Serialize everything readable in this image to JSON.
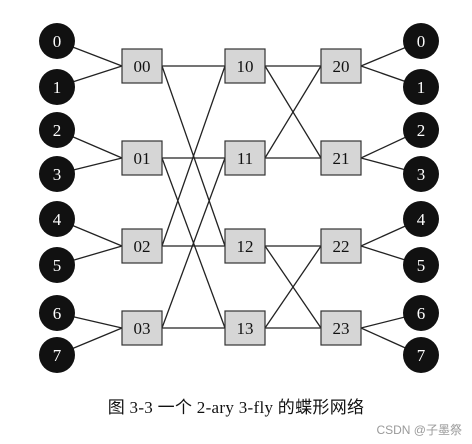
{
  "figure": {
    "caption": "图 3-3   一个 2-ary 3-fly 的蝶形网络",
    "watermark": "CSDN @子墨祭",
    "colors": {
      "terminal_fill": "#111111",
      "terminal_text": "#ffffff",
      "switch_fill": "#d6d6d6",
      "switch_stroke": "#333333",
      "edge": "#222222"
    },
    "left_terminals": [
      "0",
      "1",
      "2",
      "3",
      "4",
      "5",
      "6",
      "7"
    ],
    "right_terminals": [
      "0",
      "1",
      "2",
      "3",
      "4",
      "5",
      "6",
      "7"
    ],
    "switch_columns": [
      [
        "00",
        "01",
        "02",
        "03"
      ],
      [
        "10",
        "11",
        "12",
        "13"
      ],
      [
        "20",
        "21",
        "22",
        "23"
      ]
    ],
    "edges": [
      {
        "from": "00",
        "to": "10"
      },
      {
        "from": "00",
        "to": "12"
      },
      {
        "from": "01",
        "to": "11"
      },
      {
        "from": "01",
        "to": "13"
      },
      {
        "from": "02",
        "to": "10"
      },
      {
        "from": "02",
        "to": "12"
      },
      {
        "from": "03",
        "to": "11"
      },
      {
        "from": "03",
        "to": "13"
      },
      {
        "from": "10",
        "to": "20"
      },
      {
        "from": "10",
        "to": "21"
      },
      {
        "from": "11",
        "to": "20"
      },
      {
        "from": "11",
        "to": "21"
      },
      {
        "from": "12",
        "to": "22"
      },
      {
        "from": "12",
        "to": "23"
      },
      {
        "from": "13",
        "to": "22"
      },
      {
        "from": "13",
        "to": "23"
      }
    ]
  }
}
